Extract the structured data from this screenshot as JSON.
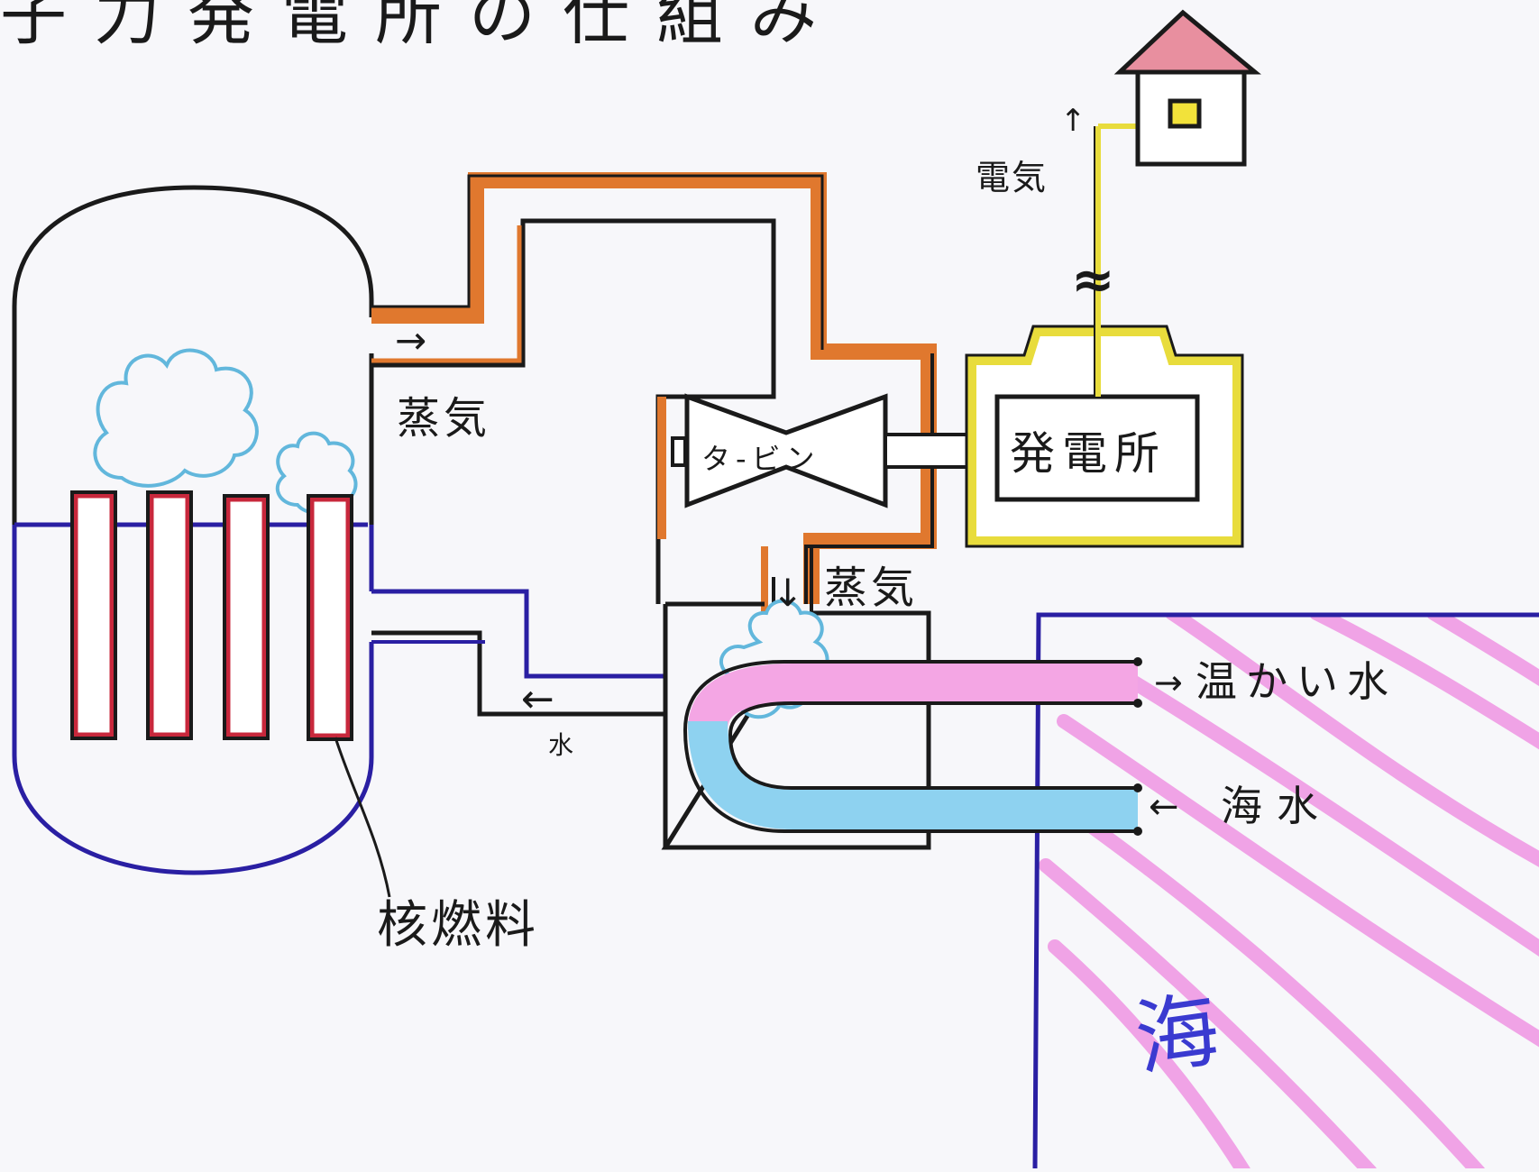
{
  "title": "子力発電所の仕組み",
  "labels": {
    "steam_top": "蒸気",
    "steam_bottom": "蒸気",
    "turbine": "タ-ビン",
    "generator": "発電所",
    "electricity": "電気",
    "water": "水",
    "warm_water": "温かい水",
    "sea_water": "海水",
    "fuel": "核燃料",
    "sea": "海"
  },
  "symbols": {
    "ac": "≈",
    "arrow_right": "→",
    "arrow_left": "←",
    "arrow_up": "↑",
    "arrow_down": "↓"
  },
  "colors": {
    "ink": "#1a1a1a",
    "steam_pipe": "#e0782e",
    "water_line": "#2a1fa3",
    "fuel_rod": "#c8283c",
    "cloud": "#62b7dc",
    "warm_pipe": "#f4a6e4",
    "cold_pipe": "#8ed2f0",
    "sea_stripe": "#f0a3e6",
    "generator_outline": "#e8dc3c",
    "roof": "#e88f9f",
    "window": "#f2e23a"
  }
}
